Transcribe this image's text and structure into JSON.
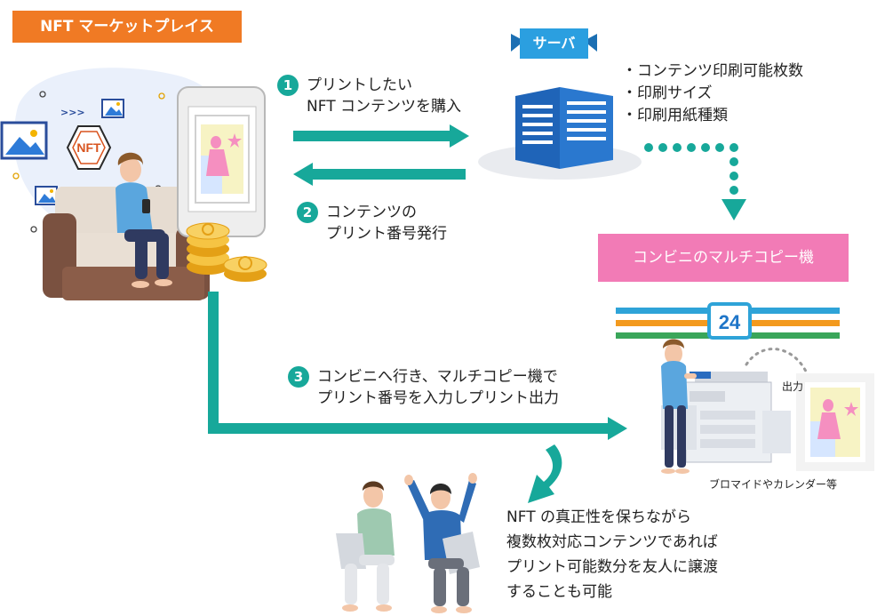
{
  "title_labels": {
    "marketplace": "NFT マーケットプレイス",
    "server": "サーバ",
    "convenience_store": "コンビニのマルチコピー機"
  },
  "icons": {
    "nft_badge": "NFT",
    "arrows": ">>>",
    "store_number": "24"
  },
  "server_specs": [
    "・コンテンツ印刷可能枚数",
    "・印刷サイズ",
    "・印刷用紙種類"
  ],
  "steps": [
    {
      "number": "1",
      "lines": [
        "プリントしたい",
        "NFT コンテンツを購入"
      ]
    },
    {
      "number": "2",
      "lines": [
        "コンテンツの",
        "プリント番号発行"
      ]
    },
    {
      "number": "3",
      "lines": [
        "コンビニへ行き、マルチコピー機で",
        "プリント番号を入力しプリント出力"
      ]
    }
  ],
  "printer_labels": {
    "output": "出力",
    "examples": "ブロマイドやカレンダー等"
  },
  "bottom_note": [
    "NFT の真正性を保ちながら",
    "複数枚対応コンテンツであれば",
    "プリント可能数分を友人に譲渡",
    "することも可能"
  ],
  "colors": {
    "orange": "#f07a24",
    "pink": "#f27bb6",
    "teal": "#17a89a",
    "server_blue": "#1f64b8",
    "store_orange": "#f39a1e",
    "store_green": "#3aa65a",
    "store_blue": "#2ea3d8"
  }
}
